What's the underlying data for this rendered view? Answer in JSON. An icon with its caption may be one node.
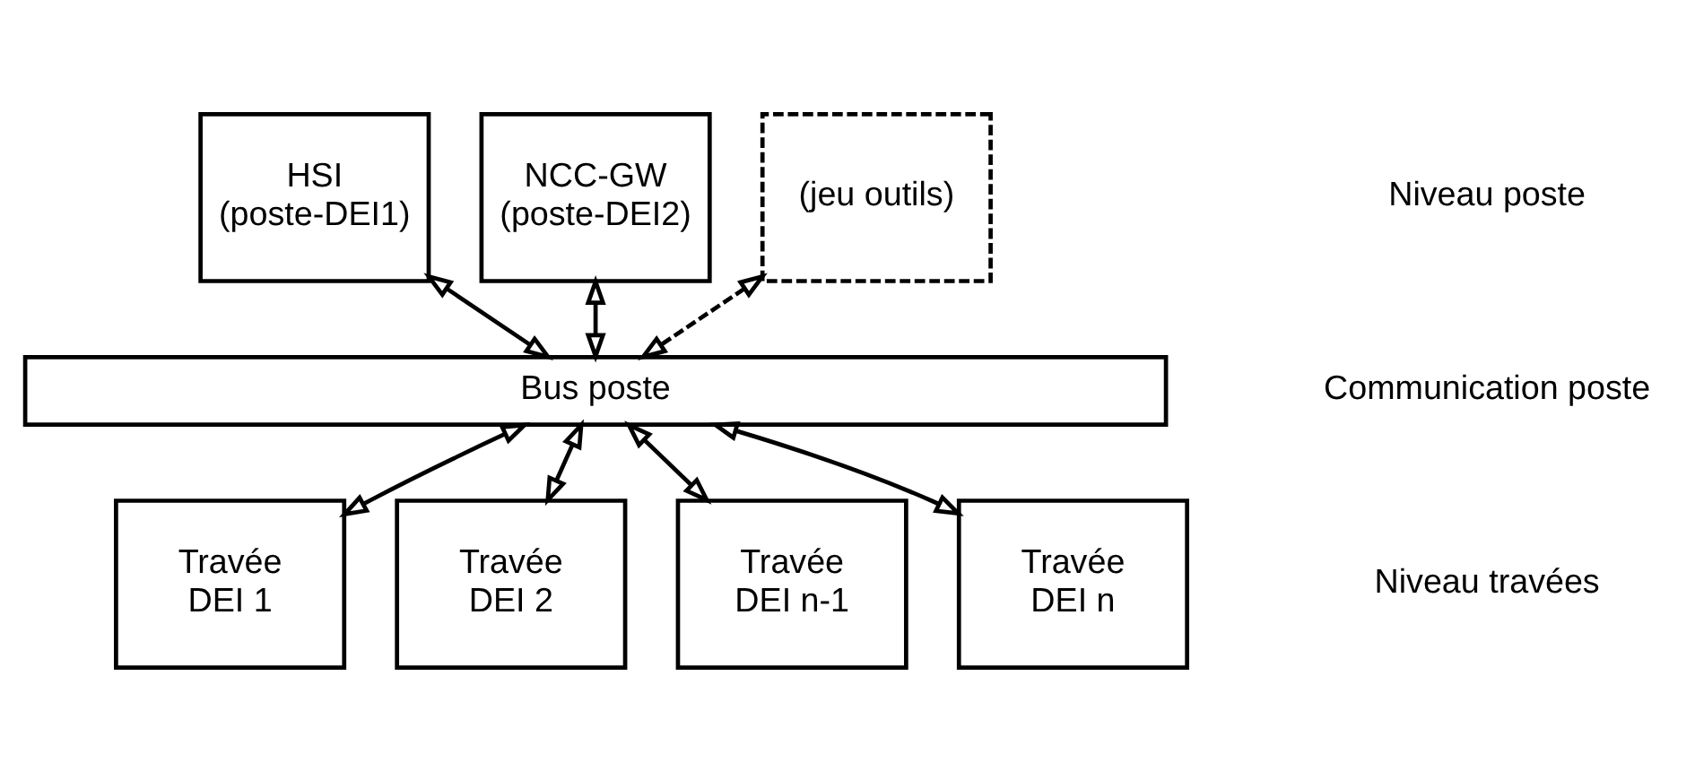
{
  "diagram": {
    "nodes": [
      {
        "text": [
          "HSI",
          "(poste-DEI1)"
        ]
      },
      {
        "text": [
          "NCC-GW",
          "(poste-DEI2)"
        ]
      },
      {
        "text": [
          "(jeu outils)"
        ]
      },
      {
        "text": [
          "Bus poste"
        ]
      },
      {
        "text": [
          "Travée",
          "DEI 1"
        ]
      },
      {
        "text": [
          "Travée",
          "DEI 2"
        ]
      },
      {
        "text": [
          "Travée",
          "DEI n-1"
        ]
      },
      {
        "text": [
          "Travée",
          "DEI n"
        ]
      }
    ],
    "edges": [
      {
        "from": 0,
        "to": 3,
        "arrow": "both"
      },
      {
        "from": 1,
        "to": 3,
        "arrow": "both"
      },
      {
        "from": 2,
        "to": 3,
        "arrow": "both",
        "style": "dashed"
      },
      {
        "from": 3,
        "to": 4,
        "arrow": "both"
      },
      {
        "from": 3,
        "to": 5,
        "arrow": "both"
      },
      {
        "from": 3,
        "to": 6,
        "arrow": "both"
      },
      {
        "from": 3,
        "to": 7,
        "arrow": "both"
      }
    ],
    "labels": [
      "Niveau poste",
      "Communication poste",
      "Niveau travées"
    ]
  }
}
